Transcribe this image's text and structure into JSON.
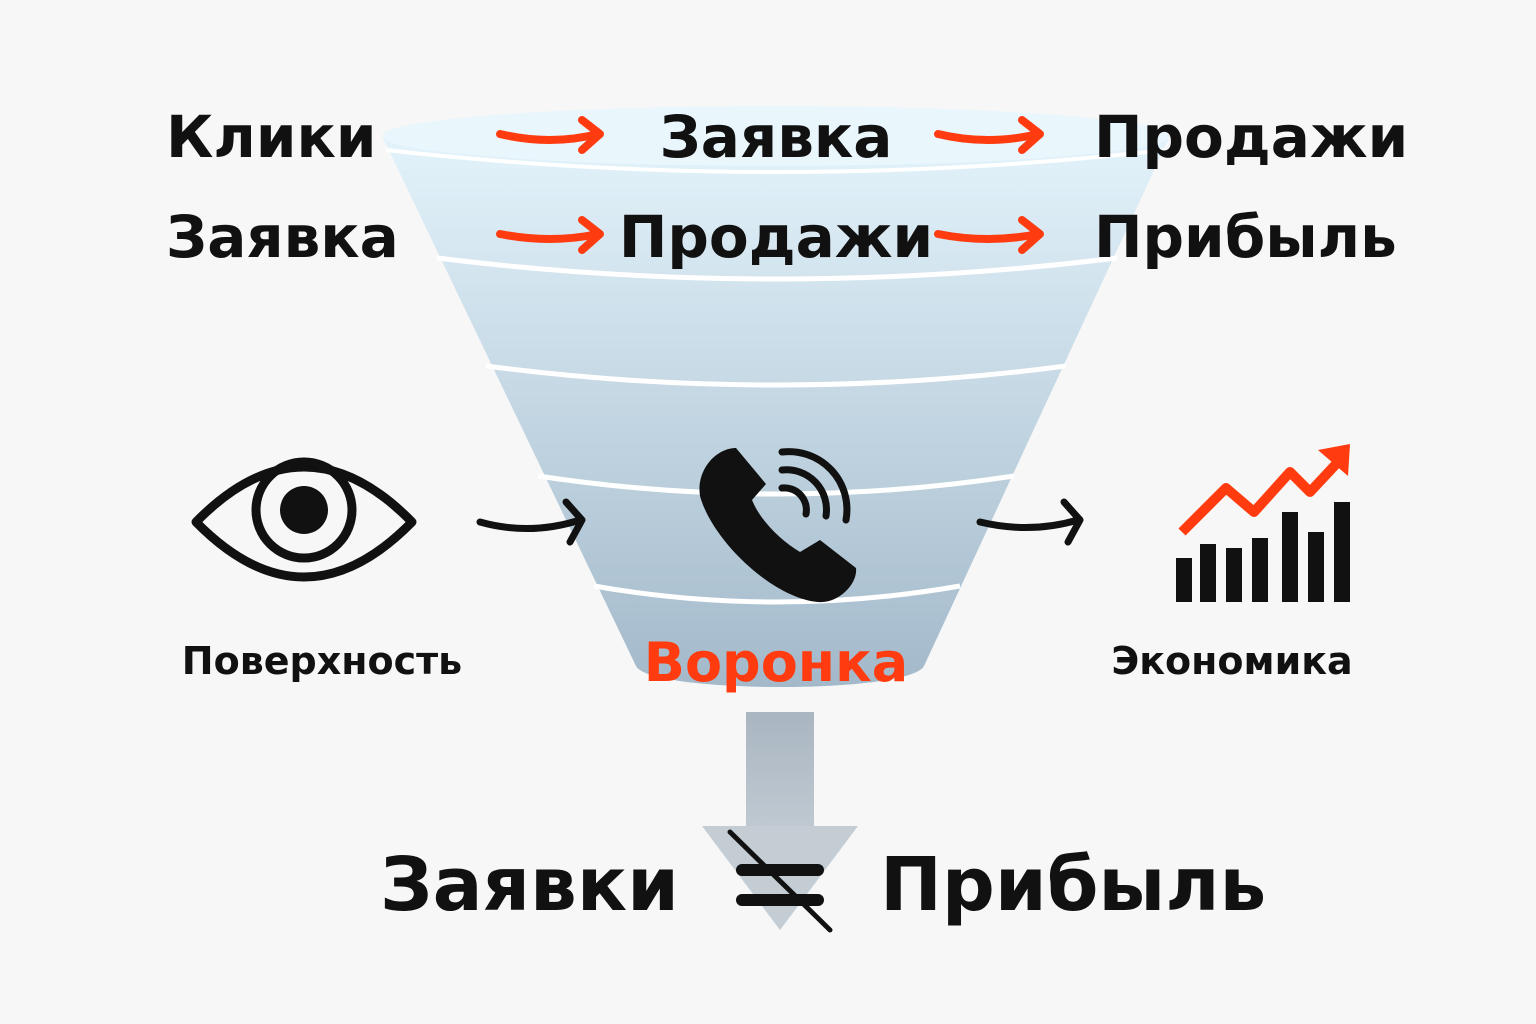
{
  "colors": {
    "accent": "#ff3b0f",
    "text": "#111111",
    "background": "#f7f7f8",
    "funnel_top": "#e3f3fb",
    "funnel_bottom": "#a3b9ca"
  },
  "flows": [
    {
      "from": "Клики",
      "middle": "Заявка",
      "to": "Продажи"
    },
    {
      "from": "Заявка",
      "middle": "Продажи",
      "to": "Прибыль"
    }
  ],
  "left": {
    "icon": "eye-icon",
    "label": "Поверхность"
  },
  "center": {
    "icon": "phone-icon",
    "label": "Воронка"
  },
  "right": {
    "icon": "growth-chart-icon",
    "label": "Экономика"
  },
  "conclusion": {
    "left": "Заявки",
    "symbol": "not-equal-icon",
    "right": "Прибыль"
  }
}
